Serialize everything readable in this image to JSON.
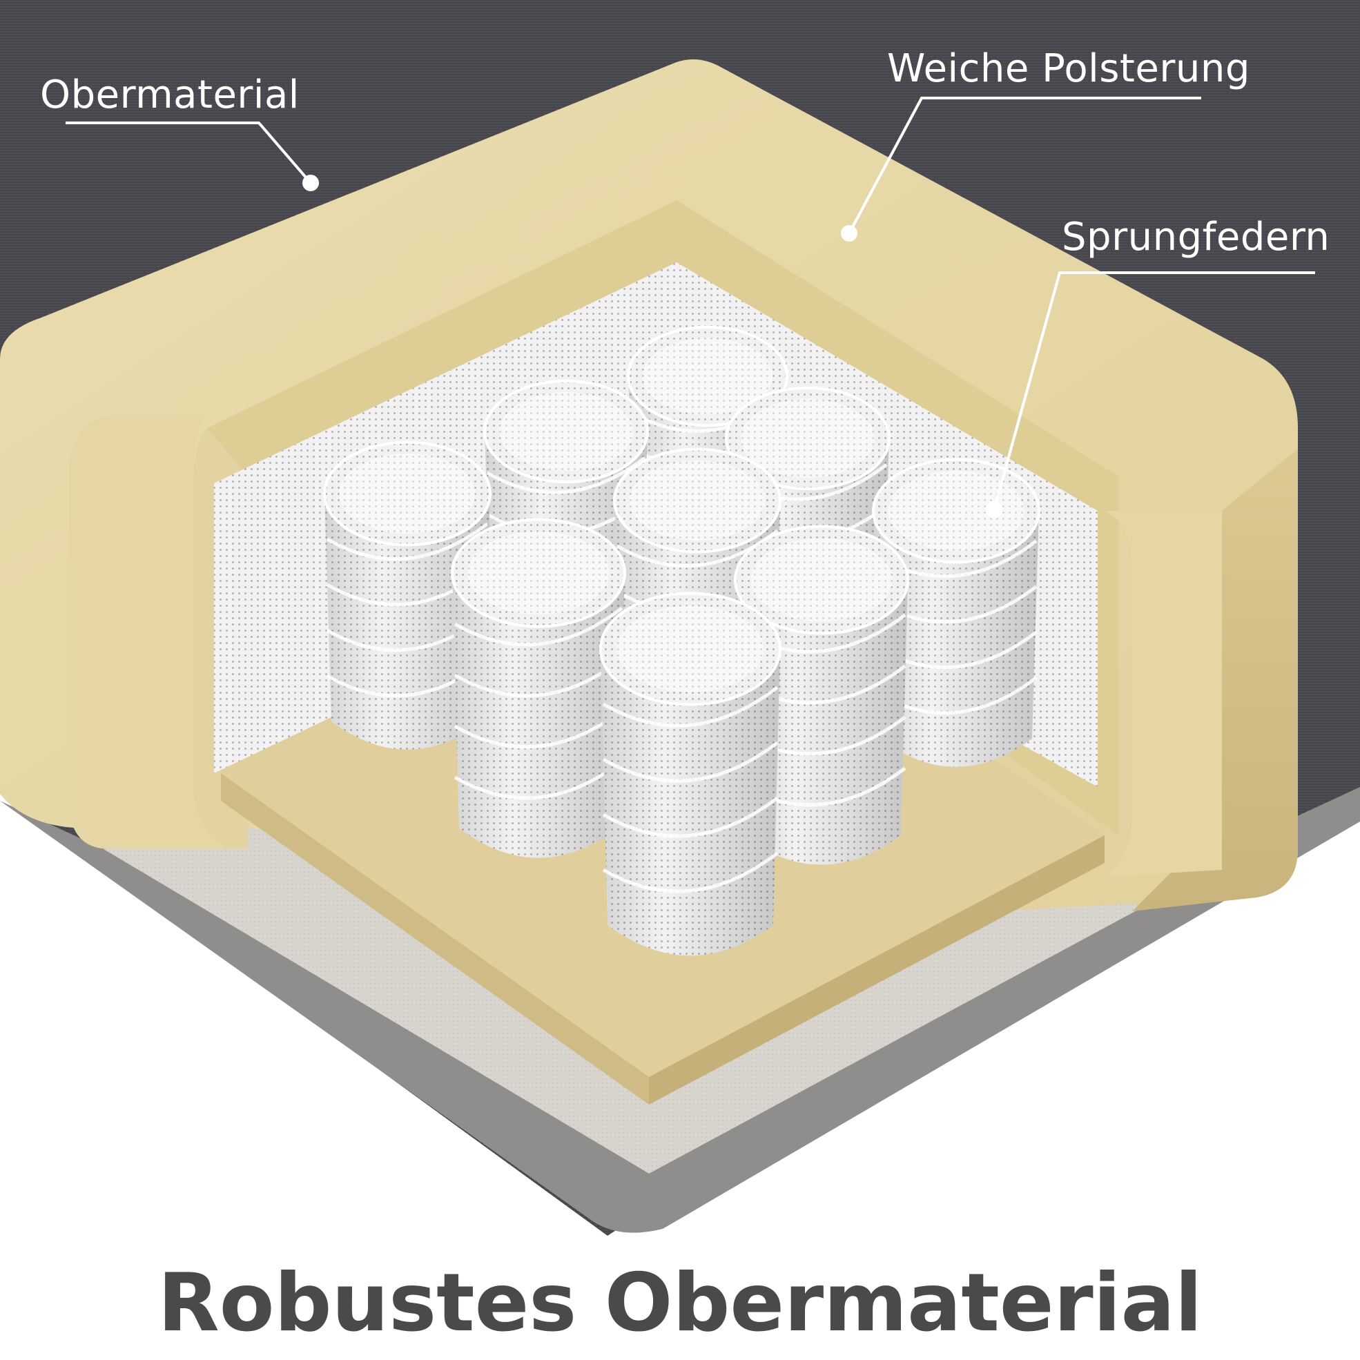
{
  "callouts": {
    "obermaterial": "Obermaterial",
    "polsterung": "Weiche Polsterung",
    "federn": "Sprungfedern"
  },
  "caption": "Robustes Obermaterial",
  "colors": {
    "fabric": "#46474c",
    "foam": "#e8d8a8",
    "foam_shadow": "#c9b782",
    "base_fabric": "#d6d2cc",
    "spring_pocket": "#eeeeee",
    "caption_text": "#4a4a4a",
    "callout_text": "#ffffff"
  }
}
